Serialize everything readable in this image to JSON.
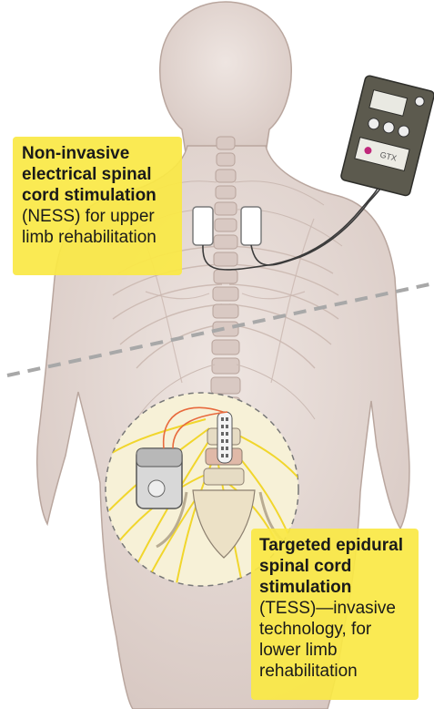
{
  "device": {
    "brand_label": "GTX"
  },
  "callouts": {
    "ness": {
      "title": "Non-invasive electrical spinal cord stimulation",
      "body": "(NESS) for upper limb rehabilitation"
    },
    "tess": {
      "title": "Targeted epidural spinal cord stimulation",
      "body": "(TESS)—invasive technology, for lower limb rehabilitation"
    }
  },
  "colors": {
    "background": "#ffffff",
    "skin": "#e3d7d2",
    "callout": "#f9e646",
    "nerve": "#f1d62c",
    "divider": "#a8a8a8",
    "device_body": "#5c5a4e"
  }
}
